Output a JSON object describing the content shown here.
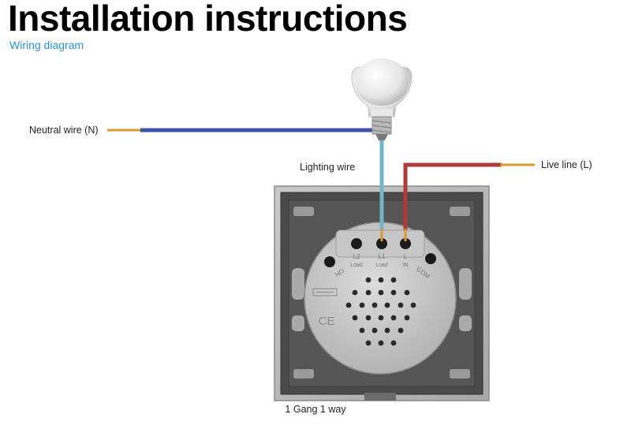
{
  "header": {
    "title": "Installation instructions",
    "subtitle": "Wiring diagram"
  },
  "labels": {
    "neutral_wire": "Neutral wire (N)",
    "lighting_wire": "Lighting wire",
    "live_line": "Live line (L)",
    "caption": "1 Gang 1 way"
  },
  "terminals": [
    {
      "code": "L2",
      "sub": "Load"
    },
    {
      "code": "L1",
      "sub": "Load"
    },
    {
      "code": "L",
      "sub": "IN"
    }
  ],
  "module_marks": {
    "left": "NO",
    "right": "COM",
    "ce": "CE"
  },
  "colors": {
    "neutral": "#3d52a8",
    "lighting": "#6fb7c8",
    "live": "#b03a3a",
    "copper": "#d89a2b",
    "subtitle": "#2b8fd6"
  }
}
